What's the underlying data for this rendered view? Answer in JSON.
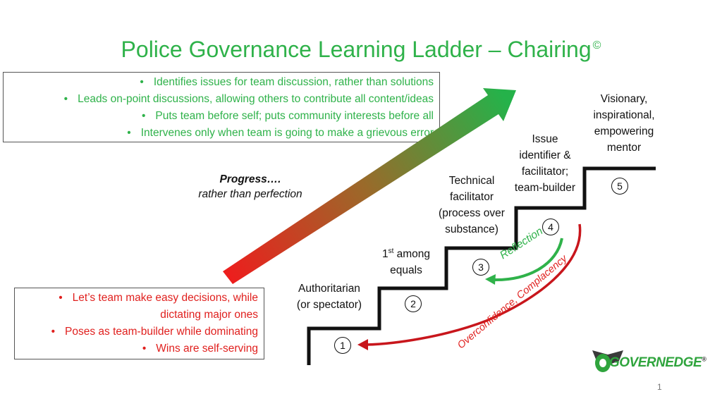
{
  "title": "Police Governance Learning Ladder – Chairing",
  "title_mark": "©",
  "good_behaviours": [
    "Identifies issues for team discussion, rather than solutions",
    "Leads on-point discussions, allowing others to contribute all content/ideas",
    "Puts team before self; puts community interests before all",
    "Intervenes only when team is going to make a grievous error"
  ],
  "bad_behaviours": [
    "Let’s team make easy decisions, while",
    "dictating major ones",
    "Poses as team-builder while dominating",
    "Wins are self-serving"
  ],
  "progress": {
    "line1": "Progress….",
    "line2": "rather than perfection"
  },
  "steps": [
    {
      "number": "1",
      "symbol": "①",
      "label_lines": [
        "Authoritarian",
        "(or spectator)"
      ]
    },
    {
      "number": "2",
      "symbol": "②",
      "label_lines": [
        "1st among",
        "equals"
      ]
    },
    {
      "number": "3",
      "symbol": "③",
      "label_lines": [
        "Technical",
        "facilitator",
        "(process over",
        "substance)"
      ]
    },
    {
      "number": "4",
      "symbol": "④",
      "label_lines": [
        "Issue",
        "identifier &",
        "facilitator;",
        "team-builder"
      ]
    },
    {
      "number": "5",
      "symbol": "⑤",
      "label_lines": [
        "Visionary,",
        "inspirational,",
        "empowering",
        "mentor"
      ]
    }
  ],
  "arrows": {
    "reflection": "Reflection",
    "regression": "Overconfidence, Complacency"
  },
  "logo": {
    "text": "GOVERNEDGE",
    "registered": "®"
  },
  "page_number": "1",
  "colors": {
    "green": "#2fb24a",
    "red": "#e0201e",
    "text": "#111111"
  }
}
